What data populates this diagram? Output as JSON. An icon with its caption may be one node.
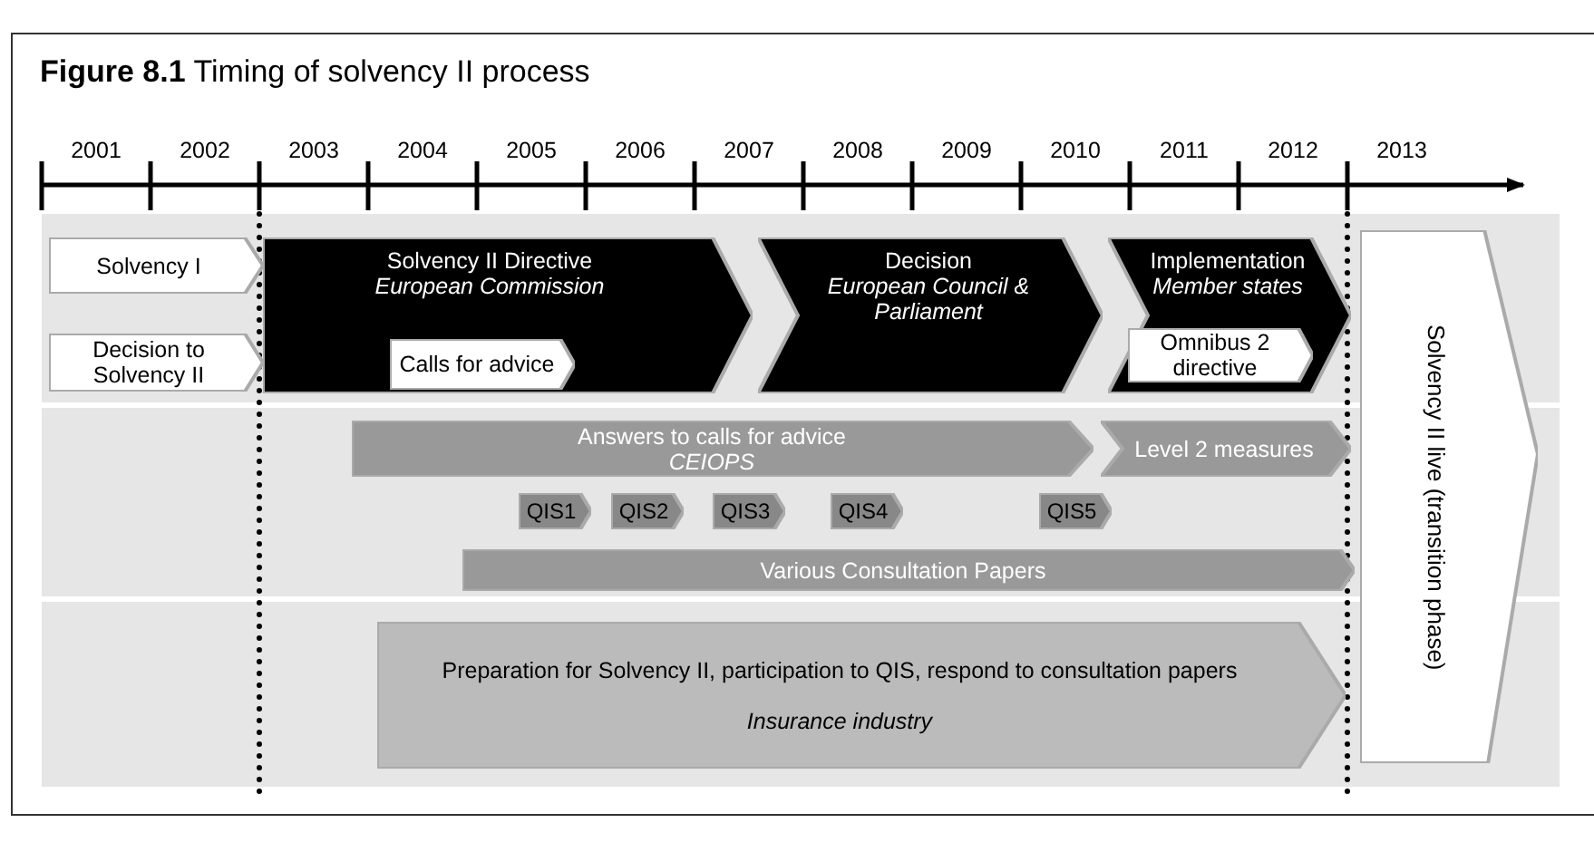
{
  "diagram": {
    "title": "**Figure 8.1** Timing of solvency II process",
    "nodes": [
      {
        "text": [
          "Solvency I"
        ]
      },
      {
        "text": [
          "Decision to Solvency II"
        ]
      },
      {
        "text": [
          "Solvency II Directive",
          "European Commission"
        ]
      },
      {
        "text": [
          "Calls for advice"
        ],
        "in": 2
      },
      {
        "text": [
          "Decision",
          "European Council & Parliament"
        ]
      },
      {
        "text": [
          "Implementation",
          "Member states"
        ]
      },
      {
        "text": [
          "Omnibus 2 directive"
        ],
        "in": 5
      },
      {
        "text": [
          "Answers to calls for advice",
          "CEIOPS"
        ]
      },
      {
        "text": [
          "Level 2 measures"
        ]
      },
      {
        "text": [
          "QIS1"
        ]
      },
      {
        "text": [
          "QIS2"
        ]
      },
      {
        "text": [
          "QIS3"
        ]
      },
      {
        "text": [
          "QIS4"
        ]
      },
      {
        "text": [
          "QIS5"
        ]
      },
      {
        "text": [
          "Various Consultation Papers"
        ]
      },
      {
        "text": [
          "Preparation for Solvency II, participation to QIS, respond to consultation papers",
          "Insurance industry"
        ]
      },
      {
        "text": [
          "Solvency II live (transition phase)"
        ]
      }
    ],
    "labels": [
      "2001",
      "2002",
      "2003",
      "2004",
      "2005",
      "2006",
      "2007",
      "2008",
      "2009",
      "2010",
      "2011",
      "2012",
      "2013"
    ]
  }
}
